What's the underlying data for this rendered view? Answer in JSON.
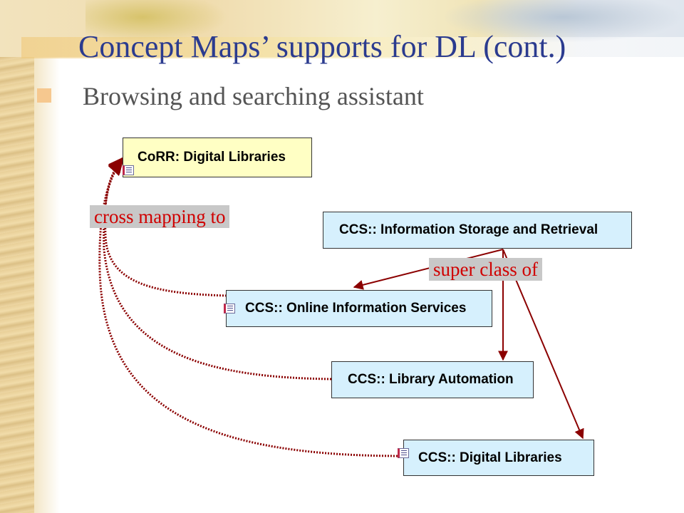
{
  "slide": {
    "title": "Concept Maps’ supports for DL (cont.)",
    "bullet": "Browsing and searching assistant"
  },
  "diagram": {
    "nodes": {
      "corr": "CoRR: Digital Libraries",
      "isr": "CCS:: Information Storage and Retrieval",
      "ois": "CCS:: Online Information Services",
      "la": "CCS:: Library Automation",
      "dl": "CCS:: Digital Libraries"
    },
    "link_labels": {
      "cross": "cross mapping to",
      "super": "super class of"
    }
  },
  "colors": {
    "title": "#2b3b8f",
    "bullet_marker": "#f6c88f",
    "link_text": "#d00000",
    "link_line": "#8b0000",
    "node_corr_bg": "#ffffc4",
    "node_ccs_bg": "#d6f0fd"
  },
  "icons": [
    "document-icon"
  ]
}
